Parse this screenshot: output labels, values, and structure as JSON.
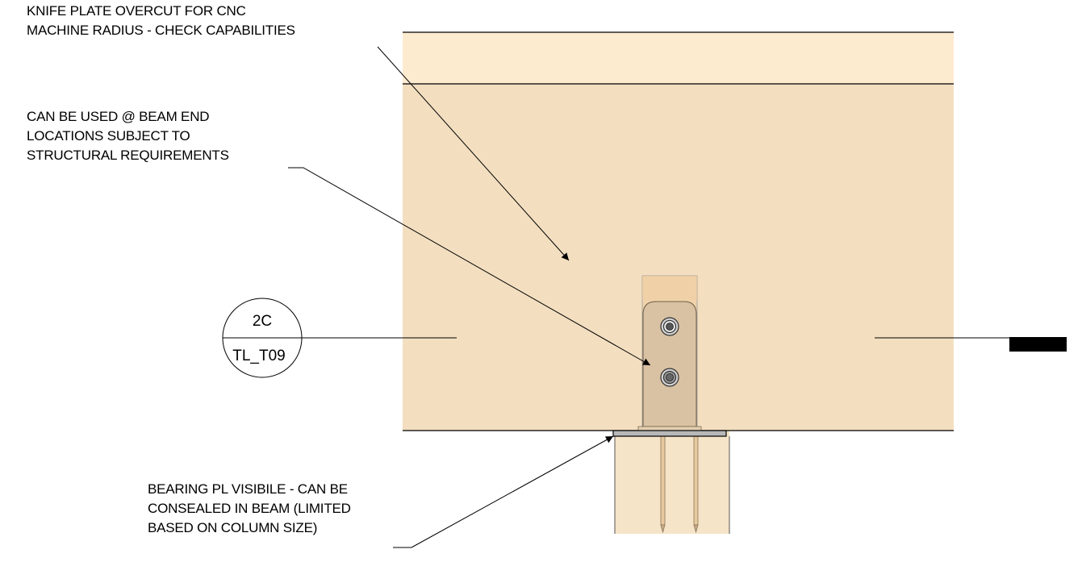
{
  "notes": {
    "knife_plate": {
      "line1": "KNIFE PLATE OVERCUT FOR CNC",
      "line2": "MACHINE RADIUS - CHECK CAPABILITIES"
    },
    "beam_end": {
      "line1": "CAN BE USED @ BEAM END",
      "line2": "LOCATIONS SUBJECT TO",
      "line3": "STRUCTURAL REQUIREMENTS"
    },
    "bearing_plate": {
      "line1": "BEARING PL VISIBILE - CAN BE",
      "line2": "CONSEALED IN BEAM (LIMITED",
      "line3": "BASED ON COLUMN SIZE)"
    }
  },
  "section_bubble": {
    "number": "2C",
    "sheet": "TL_T09"
  },
  "colors": {
    "beam_top": "#fdebd0",
    "beam_body": "#f3dfc0",
    "column": "#f6e4c8",
    "knife_plate": "#d9c2a3",
    "slot": "#f0d3ab",
    "bearing_plate": "#b8b8b8",
    "line": "#000000"
  }
}
